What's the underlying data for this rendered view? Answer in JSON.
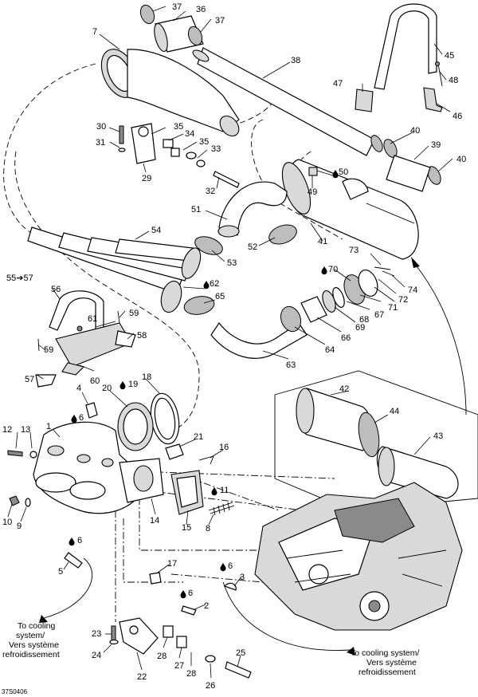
{
  "figure_code": "37S0406",
  "callouts": [
    "1",
    "2",
    "3",
    "4",
    "5",
    "6",
    "7",
    "8",
    "9",
    "10",
    "11",
    "12",
    "13",
    "14",
    "15",
    "16",
    "17",
    "18",
    "19",
    "20",
    "21",
    "22",
    "23",
    "24",
    "25",
    "26",
    "27",
    "28",
    "29",
    "30",
    "31",
    "32",
    "33",
    "34",
    "35",
    "36",
    "37",
    "38",
    "39",
    "40",
    "41",
    "42",
    "43",
    "44",
    "45",
    "46",
    "47",
    "48",
    "49",
    "50",
    "51",
    "52",
    "53",
    "54",
    "55➔57",
    "56",
    "57",
    "58",
    "59",
    "60",
    "61",
    "62",
    "63",
    "64",
    "65",
    "66",
    "67",
    "68",
    "69",
    "70",
    "71",
    "72",
    "73",
    "74"
  ],
  "cooling_note_left": [
    "To cooling",
    "system/",
    "Vers système",
    "refroidissement"
  ],
  "cooling_note_right": [
    "To cooling system/",
    "Vers système",
    "refroidissement"
  ],
  "icons": [
    "drop-icon"
  ]
}
